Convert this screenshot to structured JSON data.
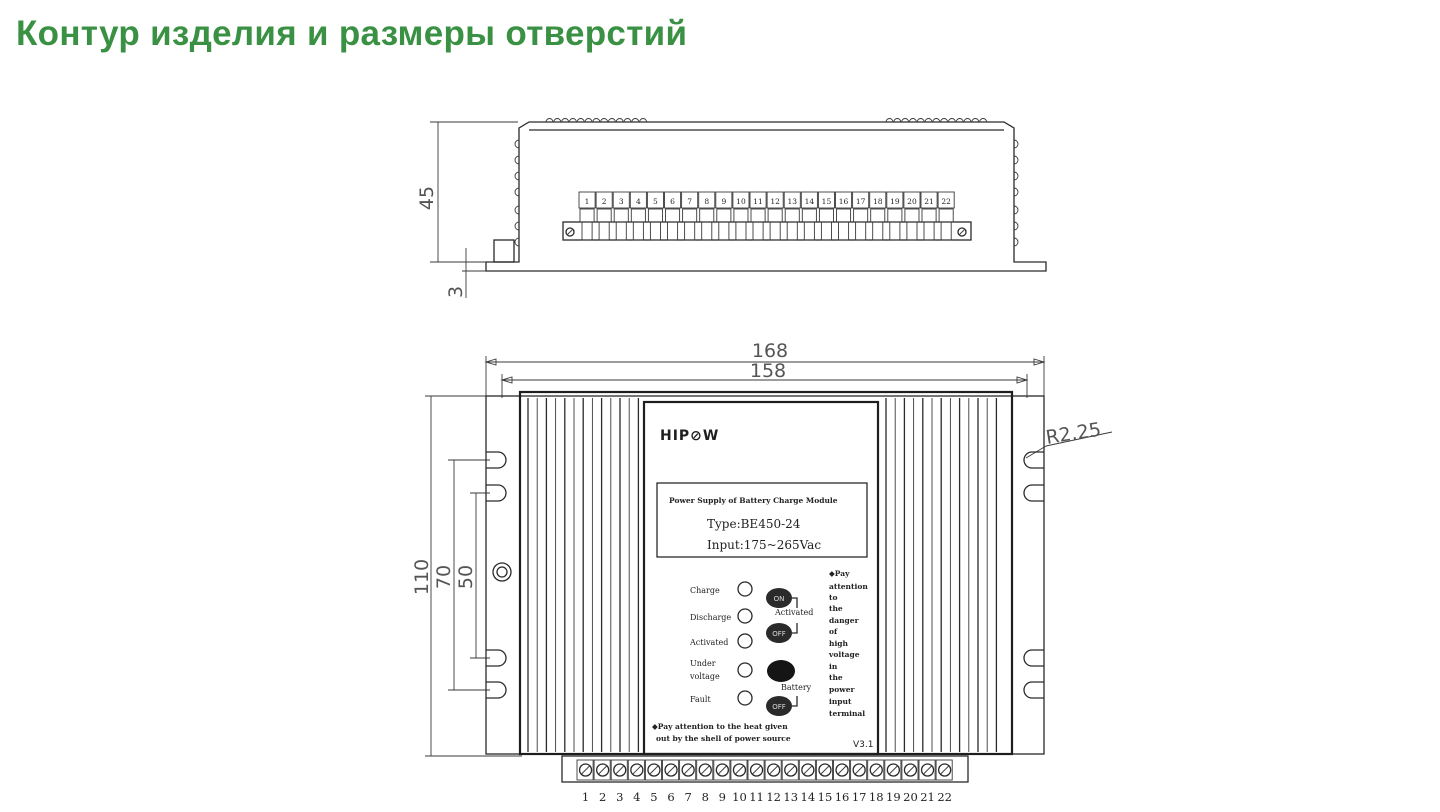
{
  "title": "Контур изделия и размеры отверстий",
  "colors": {
    "title": "#3a9144",
    "lines": "#2a2a2a"
  },
  "side_view": {
    "dimensions": {
      "height": "45",
      "foot": "3"
    },
    "terminals": [
      "1",
      "2",
      "3",
      "4",
      "5",
      "6",
      "7",
      "8",
      "9",
      "10",
      "11",
      "12",
      "13",
      "14",
      "15",
      "16",
      "17",
      "18",
      "19",
      "20",
      "21",
      "22"
    ]
  },
  "top_view": {
    "dimensions": {
      "overall_width": "168",
      "inner_width": "158",
      "overall_height": "110",
      "hole_span": "70",
      "inner_span": "50",
      "radius": "R2.25"
    },
    "brand": "HIP⊘W",
    "label_box": {
      "heading": "Power Supply of Battery Charge Module",
      "type": "Type:BE450-24",
      "input": "Input:175~265Vac"
    },
    "indicators": [
      "Charge",
      "Discharge",
      "Activated",
      "Under",
      "voltage",
      "Fault"
    ],
    "switches": {
      "on": "ON",
      "off": "OFF",
      "activated": "Activated",
      "battery": "Battery"
    },
    "warning_lines": [
      "◆Pay",
      "attention",
      "to",
      "the",
      "danger",
      "of",
      "high",
      "voltage",
      "in",
      "the",
      "power",
      "input",
      "terminal"
    ],
    "heat_note_1": "◆Pay attention to the heat given",
    "heat_note_2": "out by the shell of power source",
    "version": "V3.1",
    "terminals": [
      "1",
      "2",
      "3",
      "4",
      "5",
      "6",
      "7",
      "8",
      "9",
      "10",
      "11",
      "12",
      "13",
      "14",
      "15",
      "16",
      "17",
      "18",
      "19",
      "20",
      "21",
      "22"
    ]
  }
}
